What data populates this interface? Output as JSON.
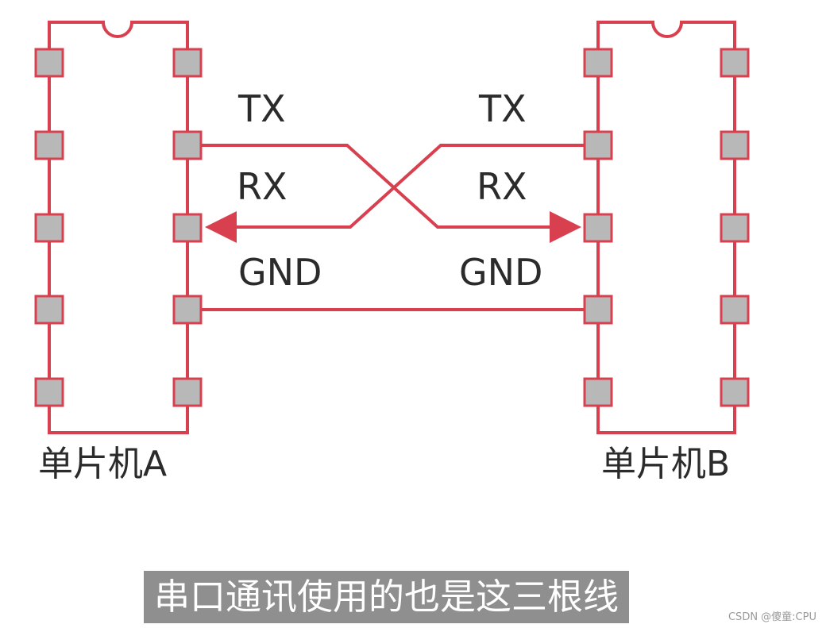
{
  "colors": {
    "wire": "#d9404f",
    "pin_fill": "#b8b8b8",
    "text": "#2b2b2b",
    "caption_bg": "#8f8f8f",
    "caption_text": "#ffffff"
  },
  "chip_a": {
    "name": "单片机A",
    "labels": {
      "tx": "TX",
      "rx": "RX",
      "gnd": "GND"
    }
  },
  "chip_b": {
    "name": "单片机B",
    "labels": {
      "tx": "TX",
      "rx": "RX",
      "gnd": "GND"
    }
  },
  "caption": "串口通讯使用的也是这三根线",
  "watermark": "CSDN @傻童:CPU"
}
